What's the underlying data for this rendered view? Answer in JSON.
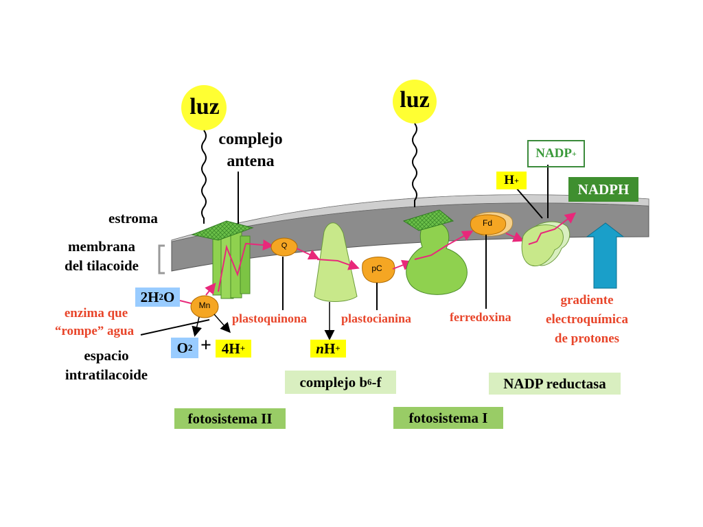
{
  "light": {
    "left": "luz",
    "right": "luz"
  },
  "labels": {
    "antenna_line1": "complejo",
    "antenna_line2": "antena",
    "stroma": "estroma",
    "membrane_line1": "membrana",
    "membrane_line2": "del tilacoide",
    "lumen_line1": "espacio",
    "lumen_line2": "intratilacoide",
    "water": "2H",
    "water_sub": "2",
    "water_end": "O",
    "enzyme_line1": "enzima que",
    "enzyme_line2": "“rompe” agua",
    "oxygen": "O",
    "oxygen_sub": "2",
    "plus": "+",
    "protons_4": "4H",
    "protons_4_sup": "+",
    "protons_n_italic": "n",
    "protons_n": "H",
    "protons_n_sup": "+",
    "plastoquinone": "plastoquinona",
    "plastocyanin": "plastocianina",
    "ferredoxin": "ferredoxina",
    "gradient_line1": "gradiente",
    "gradient_line2": "electroquímica",
    "gradient_line3": "de protones",
    "nadp_plus": "NADP",
    "nadp_plus_sup": "+",
    "h_plus": "H",
    "h_plus_sup": "+",
    "nadph": "NADPH",
    "b6f": "complejo b",
    "b6f_sub": "6",
    "b6f_end": "-f",
    "nadp_reductase": "NADP reductasa",
    "ps2": "fotosistema II",
    "ps1": "fotosistema I"
  },
  "molecules": {
    "mn": "Mn",
    "q": "Q",
    "pc": "pC",
    "fd": "Fd"
  },
  "colors": {
    "light": "#ffff33",
    "membrane_top": "#b8b8b8",
    "membrane_side": "#8a8a8a",
    "protein_green": "#8fd14f",
    "protein_light": "#c8e88a",
    "carrier_orange": "#f5a623",
    "arrow_pink": "#e8287a",
    "label_red": "#e8452a",
    "box_green": "#99cc66",
    "box_lightgreen": "#d9efc0",
    "box_blue": "#99ccff",
    "box_yellow": "#ffff00",
    "gradient_arrow": "#1a9fc9"
  }
}
